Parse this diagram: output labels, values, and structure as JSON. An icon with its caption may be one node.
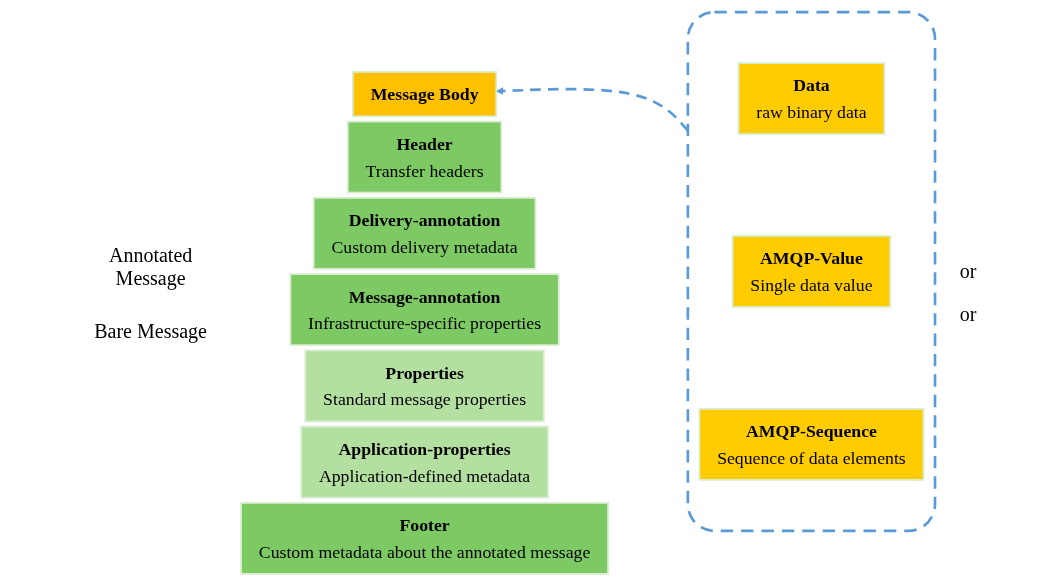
{
  "diagram": {
    "nodes": [
      {
        "text": [
          "Header",
          "Transfer  headers"
        ]
      },
      {
        "text": [
          "Delivery-annotation",
          "Custom delivery metadata"
        ]
      },
      {
        "text": [
          "Message-annotation",
          "Infrastructure-specific properties"
        ]
      },
      {
        "text": [
          "Properties",
          "Standard message properties"
        ]
      },
      {
        "text": [
          "Application-properties",
          "Application-defined metadata"
        ]
      },
      {
        "text": [
          "Message Body"
        ]
      },
      {
        "text": [
          "Footer",
          "Custom metadata about the annotated message"
        ]
      },
      {
        "text": [],
        "shape": "box"
      },
      {
        "text": [
          "Data",
          "raw binary data"
        ],
        "in": 7
      },
      {
        "text": [
          "AMQP-Value",
          "Single data value"
        ],
        "in": 7
      },
      {
        "text": [
          "AMQP-Sequence",
          "Sequence of data elements"
        ],
        "in": 7
      }
    ],
    "edges": [
      {
        "from": 7,
        "to": 5,
        "arrow": "to",
        "style": "dashed",
        "color": "#5b9bd5"
      }
    ],
    "labels": [
      "Annotated Message",
      "Bare Message",
      "or",
      "or"
    ]
  }
}
